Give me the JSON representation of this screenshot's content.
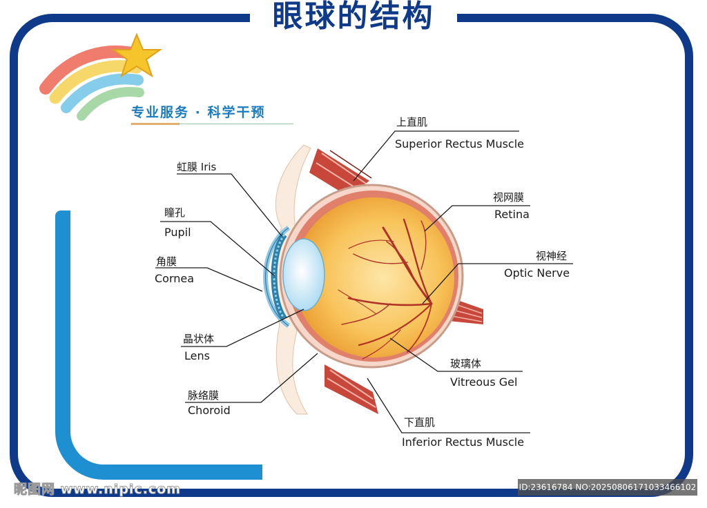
{
  "title": "眼球的结构",
  "subtitle": "专业服务 · 科学干预",
  "labels": {
    "iris": "虹膜 Iris",
    "pupil_cn": "瞳孔",
    "pupil_en": "Pupil",
    "cornea_cn": "角膜",
    "cornea_en": "Cornea",
    "lens_cn": "晶状体",
    "lens_en": "Lens",
    "choroid_cn": "脉络膜",
    "choroid_en": "Choroid",
    "superior_cn": "上直肌",
    "superior_en": "Superior Rectus Muscle",
    "retina_cn": "视网膜",
    "retina_en": "Retina",
    "optic_cn": "视神经",
    "optic_en": "Optic  Nerve",
    "vitreous_cn": "玻璃体",
    "vitreous_en": "Vitreous Gel",
    "inferior_cn": "下直肌",
    "inferior_en": "Inferior Rectus Muscle"
  },
  "watermark": {
    "left": "昵图网 www.nipic.com",
    "right": "ID:23616784 NO:20250806171033466102"
  },
  "colors": {
    "frame": "#0f3a8a",
    "accent_blue": "#1e8fd0",
    "sclera": "#f6d7c9",
    "eye_inner": "#f5b340",
    "vessel": "#b03226",
    "lens": "#bfe3f5"
  }
}
